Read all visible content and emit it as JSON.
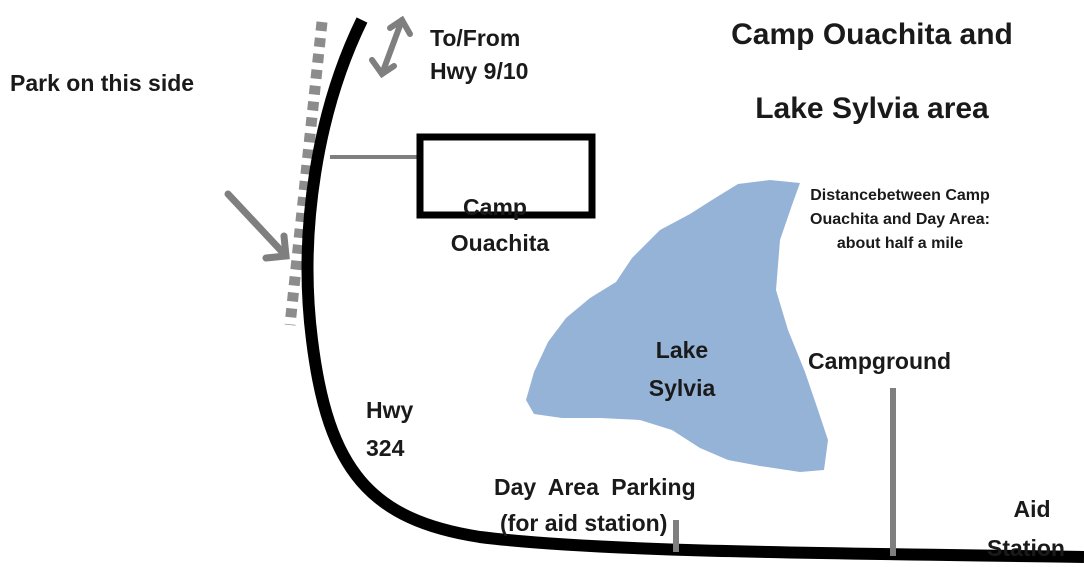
{
  "map": {
    "title": [
      "Camp Ouachita and",
      "Lake Sylvia area"
    ],
    "park_note": "Park on this side",
    "to_from": [
      "To/From",
      "Hwy 9/10"
    ],
    "camp_label": [
      "Camp",
      "Ouachita"
    ],
    "distance_note": [
      "Distancebetween Camp",
      "Ouachita and Day Area:",
      "about half a mile"
    ],
    "lake_label": [
      "Lake",
      "Sylvia"
    ],
    "campground_label": "Campground",
    "highway_label": [
      "Hwy",
      "324"
    ],
    "day_area_label": [
      "Day  Area Parking",
      "(for aid station)"
    ],
    "aid_station_label": [
      "Aid",
      "Station"
    ],
    "colors": {
      "road": "#000000",
      "lake": "#95b3d7",
      "connector": "#7f7f7f",
      "text": "#1a1a1a"
    }
  }
}
